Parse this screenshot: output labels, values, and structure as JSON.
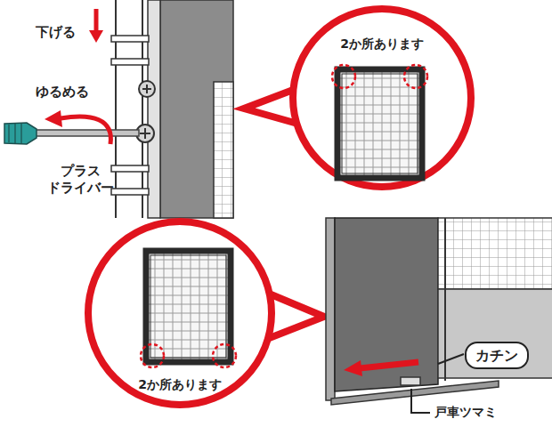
{
  "diagram": {
    "nodes": [
      {
        "text": [
          "2か所あります"
        ]
      },
      {
        "text": [
          "2か所あります"
        ]
      },
      {
        "text": [
          "カチン"
        ]
      }
    ],
    "labels": [
      "下げる",
      "ゆるめる",
      "プラス ドライバー",
      "戸車ツマミ"
    ]
  }
}
